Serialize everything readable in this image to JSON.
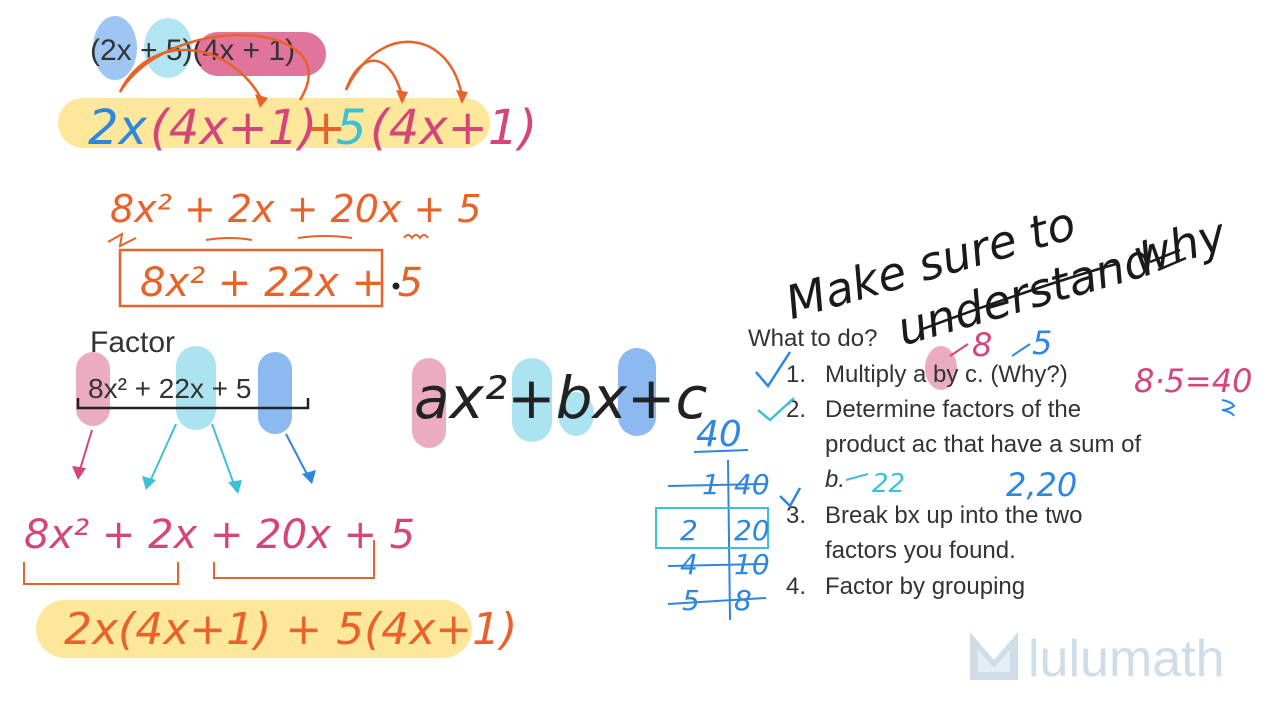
{
  "colors": {
    "orange": "#e8622a",
    "blue": "#2e86de",
    "cyan": "#3cc0d8",
    "pink": "#d6457a",
    "yellow_highlight": "#fde38a",
    "blue_highlight": "#7fb3ee",
    "cyan_highlight": "#a3e0ef",
    "pink_highlight": "#e9a3ba",
    "text": "#333333",
    "logo": "#cfdde8"
  },
  "top_expression": "(2x + 5)(4x + 1)",
  "distribution": {
    "term1": "2x",
    "group1": "(4x+1)",
    "plus": "+",
    "term2": "5",
    "group2": "(4x+1)"
  },
  "expansion": "8x² + 2x + 20x + 5",
  "boxed_result": "8x² + 22x + 5",
  "factor": {
    "label": "Factor",
    "expression": "8x² + 22x + 5",
    "split": "8x² + 2x + 20x + 5",
    "grouped": "2x(4x+1) + 5(4x+1)"
  },
  "general_form": "ax²+bx+c",
  "note": {
    "line1": "Make sure to",
    "line2": "understand",
    "line3": "why"
  },
  "steps": {
    "heading": "What to do?",
    "items": [
      {
        "num": "1.",
        "text": "Multiply a by c. (Why?)"
      },
      {
        "num": "2.",
        "text": "Determine factors of the"
      },
      {
        "num": "",
        "text": "product ac that have a sum of"
      },
      {
        "num": "",
        "text": "b."
      },
      {
        "num": "3.",
        "text": "Break bx up into the two"
      },
      {
        "num": "",
        "text": "factors you found."
      },
      {
        "num": "4.",
        "text": "Factor by grouping"
      }
    ]
  },
  "annotations": {
    "a_value": "8",
    "c_value": "5",
    "product": "8·5=40",
    "b_value": "22",
    "factor_pair": "2,20"
  },
  "factor_table": {
    "header": "40",
    "rows": [
      [
        "1",
        "40"
      ],
      [
        "2",
        "20"
      ],
      [
        "4",
        "10"
      ],
      [
        "5",
        "8"
      ]
    ]
  },
  "logo": {
    "text": "lulumath"
  }
}
